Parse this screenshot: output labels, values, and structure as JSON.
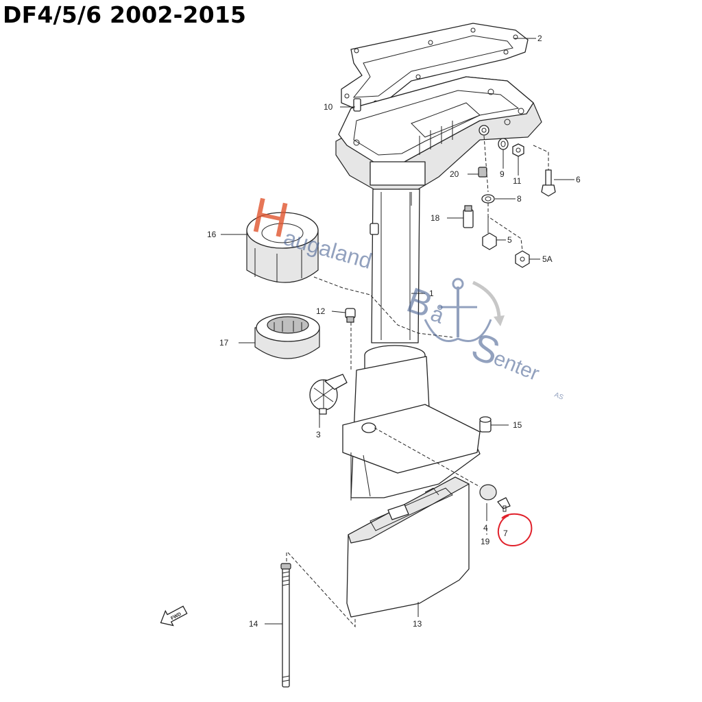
{
  "title": "DF4/5/6 2002-2015",
  "watermark": {
    "initial": "H",
    "word1": "augaland",
    "word2_initial": "B",
    "word2": "å",
    "word3_initial": "S",
    "word3": "enter",
    "suffix": "AS",
    "accent_blue": "#3a558a",
    "accent_red": "#e0542e"
  },
  "highlight": {
    "part": "7",
    "color": "#e0202a"
  },
  "fwd_icon": "forward-arrow-icon",
  "parts": [
    {
      "id": "p1",
      "label": "1"
    },
    {
      "id": "p2",
      "label": "2"
    },
    {
      "id": "p3",
      "label": "3"
    },
    {
      "id": "p4",
      "label": "4"
    },
    {
      "id": "p5",
      "label": "5"
    },
    {
      "id": "p5a",
      "label": "5A"
    },
    {
      "id": "p6",
      "label": "6"
    },
    {
      "id": "p7",
      "label": "7"
    },
    {
      "id": "p8",
      "label": "8"
    },
    {
      "id": "p9",
      "label": "9"
    },
    {
      "id": "p10",
      "label": "10"
    },
    {
      "id": "p11",
      "label": "11"
    },
    {
      "id": "p12",
      "label": "12"
    },
    {
      "id": "p13",
      "label": "13"
    },
    {
      "id": "p14",
      "label": "14"
    },
    {
      "id": "p15",
      "label": "15"
    },
    {
      "id": "p16",
      "label": "16"
    },
    {
      "id": "p17",
      "label": "17"
    },
    {
      "id": "p18",
      "label": "18"
    },
    {
      "id": "p19",
      "label": "19"
    },
    {
      "id": "p20",
      "label": "20"
    }
  ]
}
